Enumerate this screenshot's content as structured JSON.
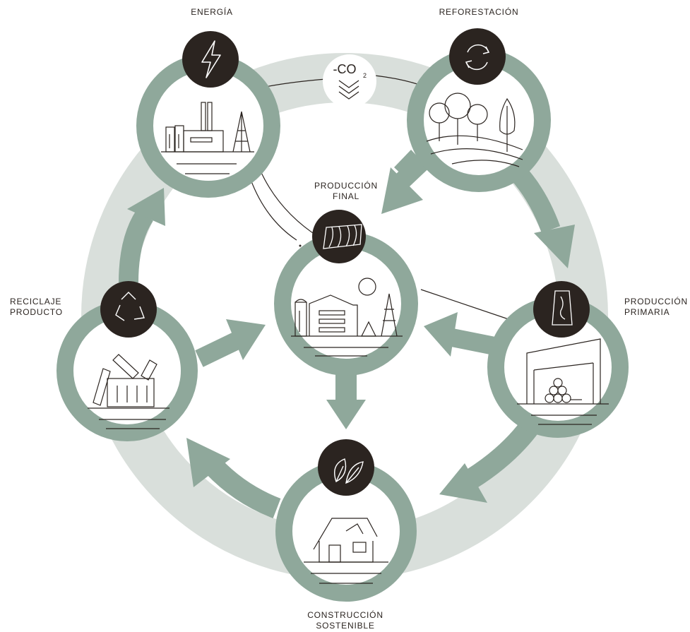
{
  "nodes": {
    "energia": {
      "label": "ENERGÍA"
    },
    "reforestacion": {
      "label": "REFORESTACIÓN"
    },
    "produccion_final": {
      "label_line1": "PRODUCCIÓN",
      "label_line2": "FINAL"
    },
    "produccion_primaria": {
      "label_line1": "PRODUCCIÓN",
      "label_line2": "PRIMARIA"
    },
    "reciclaje_producto": {
      "label_line1": "RECICLAJE",
      "label_line2": "PRODUCTO"
    },
    "construccion_sostenible": {
      "label_line1": "CONSTRUCCIÓN",
      "label_line2": "SOSTENIBLE"
    }
  },
  "co2_badge": {
    "text": "-CO",
    "subscript": "2"
  },
  "colors": {
    "ring": "#d9dfdb",
    "node_ring": "#8fa89b",
    "arrow": "#8fa89b",
    "icon_dark": "#2b2420",
    "line_art": "#2b2420"
  },
  "icons": {
    "energia": "lightning-bolt-icon",
    "reforestacion": "recycle-arrows-icon",
    "produccion_final": "wood-panel-icon",
    "produccion_primaria": "wood-plank-icon",
    "reciclaje_producto": "recycle-triangle-icon",
    "construccion_sostenible": "leaves-icon"
  }
}
